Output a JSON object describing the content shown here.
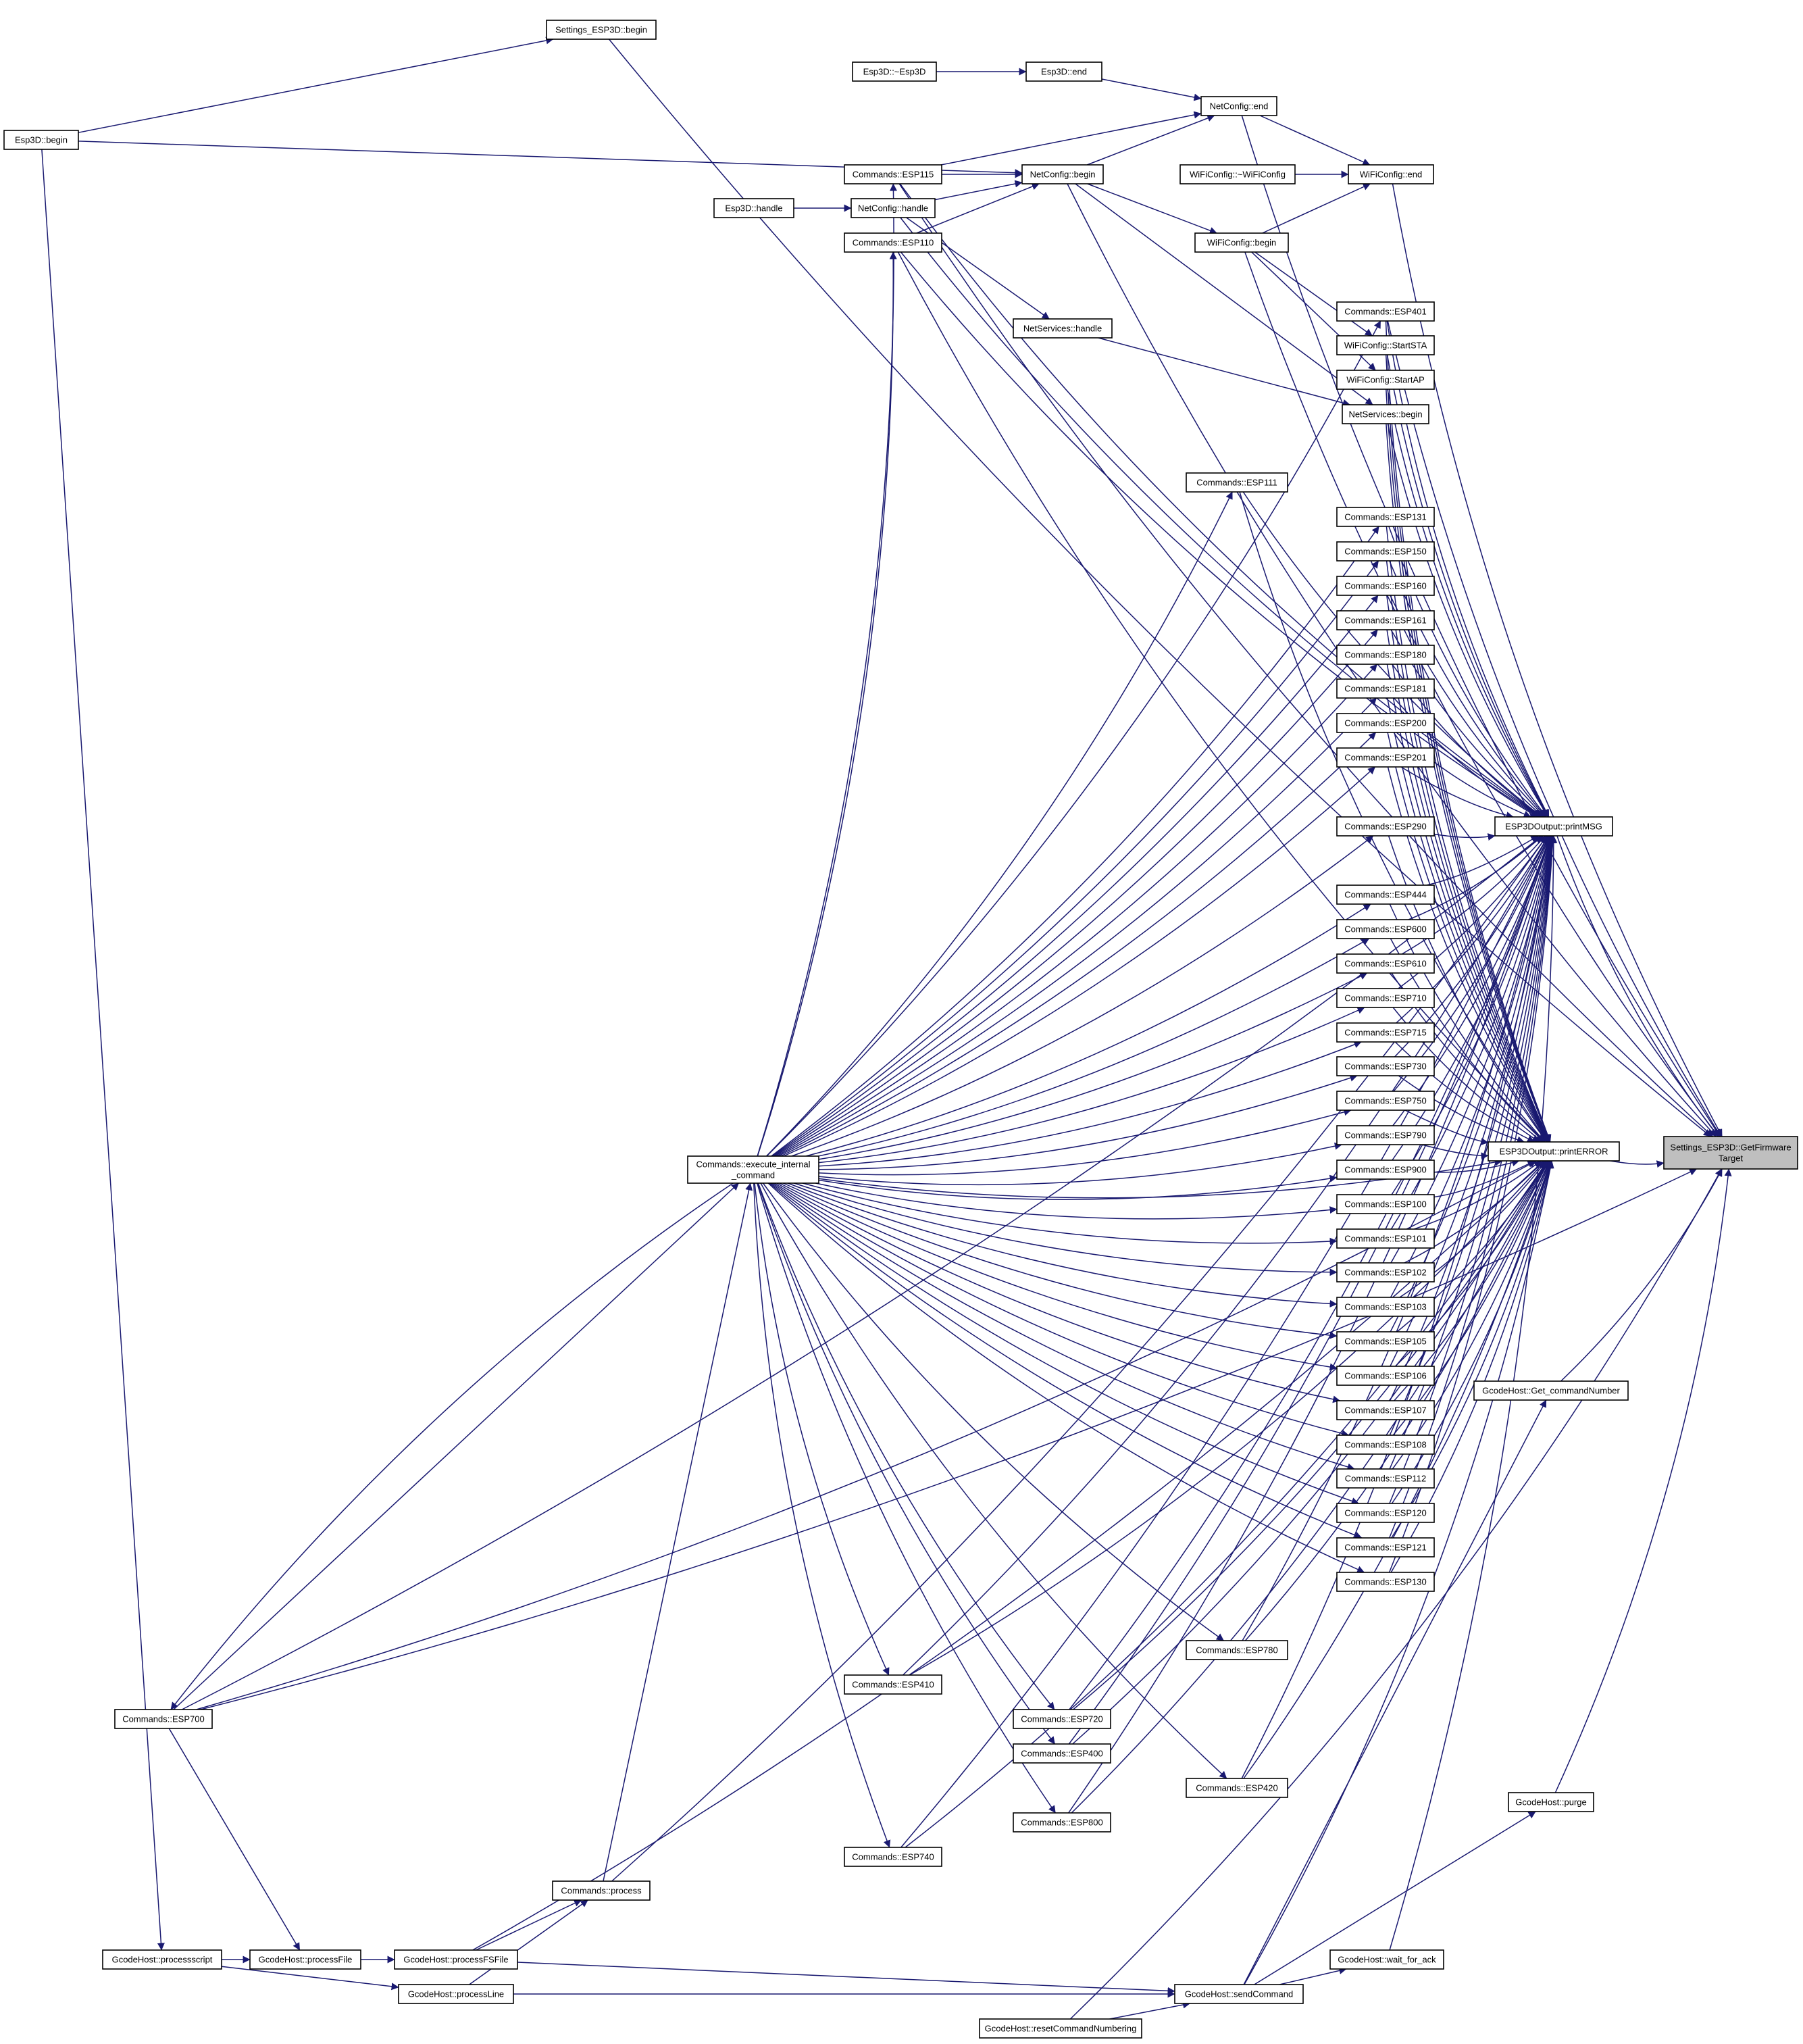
{
  "diagram": {
    "type": "doxygen-caller-graph",
    "colors": {
      "edge": "#191970",
      "node_border": "#000000",
      "target_fill": "#bfbfbf",
      "background": "#ffffff"
    },
    "nodes": [
      {
        "id": "target",
        "lines": [
          "Settings_ESP3D::GetFirmware",
          "Target"
        ],
        "highlighted": true
      },
      {
        "id": "printMSG",
        "lines": [
          "ESP3DOutput::printMSG"
        ]
      },
      {
        "id": "printERROR",
        "lines": [
          "ESP3DOutput::printERROR"
        ]
      },
      {
        "id": "getCmdNum",
        "lines": [
          "GcodeHost::Get_commandNumber"
        ]
      },
      {
        "id": "purge",
        "lines": [
          "GcodeHost::purge"
        ]
      },
      {
        "id": "settingsBegin",
        "lines": [
          "Settings_ESP3D::begin"
        ]
      },
      {
        "id": "esp3dBegin",
        "lines": [
          "Esp3D::begin"
        ]
      },
      {
        "id": "esp3dDtor",
        "lines": [
          "Esp3D::~Esp3D"
        ]
      },
      {
        "id": "esp3dEnd",
        "lines": [
          "Esp3D::end"
        ]
      },
      {
        "id": "netEnd",
        "lines": [
          "NetConfig::end"
        ]
      },
      {
        "id": "esp115",
        "lines": [
          "Commands::ESP115"
        ]
      },
      {
        "id": "netBegin",
        "lines": [
          "NetConfig::begin"
        ]
      },
      {
        "id": "wifiDtor",
        "lines": [
          "WiFiConfig::~WiFiConfig"
        ]
      },
      {
        "id": "wifiEnd",
        "lines": [
          "WiFiConfig::end"
        ]
      },
      {
        "id": "esp3dHandle",
        "lines": [
          "Esp3D::handle"
        ]
      },
      {
        "id": "netHandle",
        "lines": [
          "NetConfig::handle"
        ]
      },
      {
        "id": "esp110",
        "lines": [
          "Commands::ESP110"
        ]
      },
      {
        "id": "wifiBegin",
        "lines": [
          "WiFiConfig::begin"
        ]
      },
      {
        "id": "esp401",
        "lines": [
          "Commands::ESP401"
        ]
      },
      {
        "id": "netSrvHandle",
        "lines": [
          "NetServices::handle"
        ]
      },
      {
        "id": "startSTA",
        "lines": [
          "WiFiConfig::StartSTA"
        ]
      },
      {
        "id": "startAP",
        "lines": [
          "WiFiConfig::StartAP"
        ]
      },
      {
        "id": "netSrvBegin",
        "lines": [
          "NetServices::begin"
        ]
      },
      {
        "id": "esp111",
        "lines": [
          "Commands::ESP111"
        ]
      },
      {
        "id": "esp131",
        "lines": [
          "Commands::ESP131"
        ]
      },
      {
        "id": "esp150",
        "lines": [
          "Commands::ESP150"
        ]
      },
      {
        "id": "esp160",
        "lines": [
          "Commands::ESP160"
        ]
      },
      {
        "id": "esp161",
        "lines": [
          "Commands::ESP161"
        ]
      },
      {
        "id": "esp180",
        "lines": [
          "Commands::ESP180"
        ]
      },
      {
        "id": "esp181",
        "lines": [
          "Commands::ESP181"
        ]
      },
      {
        "id": "esp200",
        "lines": [
          "Commands::ESP200"
        ]
      },
      {
        "id": "esp201",
        "lines": [
          "Commands::ESP201"
        ]
      },
      {
        "id": "esp290",
        "lines": [
          "Commands::ESP290"
        ]
      },
      {
        "id": "esp444",
        "lines": [
          "Commands::ESP444"
        ]
      },
      {
        "id": "esp600",
        "lines": [
          "Commands::ESP600"
        ]
      },
      {
        "id": "esp610",
        "lines": [
          "Commands::ESP610"
        ]
      },
      {
        "id": "esp710",
        "lines": [
          "Commands::ESP710"
        ]
      },
      {
        "id": "esp715",
        "lines": [
          "Commands::ESP715"
        ]
      },
      {
        "id": "esp730",
        "lines": [
          "Commands::ESP730"
        ]
      },
      {
        "id": "esp750",
        "lines": [
          "Commands::ESP750"
        ]
      },
      {
        "id": "esp790",
        "lines": [
          "Commands::ESP790"
        ]
      },
      {
        "id": "esp900",
        "lines": [
          "Commands::ESP900"
        ]
      },
      {
        "id": "esp100",
        "lines": [
          "Commands::ESP100"
        ]
      },
      {
        "id": "esp101",
        "lines": [
          "Commands::ESP101"
        ]
      },
      {
        "id": "esp102",
        "lines": [
          "Commands::ESP102"
        ]
      },
      {
        "id": "esp103",
        "lines": [
          "Commands::ESP103"
        ]
      },
      {
        "id": "esp105",
        "lines": [
          "Commands::ESP105"
        ]
      },
      {
        "id": "esp106",
        "lines": [
          "Commands::ESP106"
        ]
      },
      {
        "id": "esp107",
        "lines": [
          "Commands::ESP107"
        ]
      },
      {
        "id": "esp108",
        "lines": [
          "Commands::ESP108"
        ]
      },
      {
        "id": "esp112",
        "lines": [
          "Commands::ESP112"
        ]
      },
      {
        "id": "esp120",
        "lines": [
          "Commands::ESP120"
        ]
      },
      {
        "id": "esp121",
        "lines": [
          "Commands::ESP121"
        ]
      },
      {
        "id": "esp130",
        "lines": [
          "Commands::ESP130"
        ]
      },
      {
        "id": "esp780",
        "lines": [
          "Commands::ESP780"
        ]
      },
      {
        "id": "esp410",
        "lines": [
          "Commands::ESP410"
        ]
      },
      {
        "id": "esp720",
        "lines": [
          "Commands::ESP720"
        ]
      },
      {
        "id": "esp400",
        "lines": [
          "Commands::ESP400"
        ]
      },
      {
        "id": "esp420",
        "lines": [
          "Commands::ESP420"
        ]
      },
      {
        "id": "esp800",
        "lines": [
          "Commands::ESP800"
        ]
      },
      {
        "id": "esp740",
        "lines": [
          "Commands::ESP740"
        ]
      },
      {
        "id": "execInternal",
        "lines": [
          "Commands::execute_internal",
          "_command"
        ]
      },
      {
        "id": "esp700",
        "lines": [
          "Commands::ESP700"
        ]
      },
      {
        "id": "process",
        "lines": [
          "Commands::process"
        ]
      },
      {
        "id": "processScript",
        "lines": [
          "GcodeHost::processscript"
        ]
      },
      {
        "id": "processFile",
        "lines": [
          "GcodeHost::processFile"
        ]
      },
      {
        "id": "processFSFile",
        "lines": [
          "GcodeHost::processFSFile"
        ]
      },
      {
        "id": "processLine",
        "lines": [
          "GcodeHost::processLine"
        ]
      },
      {
        "id": "waitForAck",
        "lines": [
          "GcodeHost::wait_for_ack"
        ]
      },
      {
        "id": "sendCommand",
        "lines": [
          "GcodeHost::sendCommand"
        ]
      },
      {
        "id": "resetCmdNum",
        "lines": [
          "GcodeHost::resetCommandNumbering"
        ]
      }
    ],
    "edges": [
      [
        "printMSG",
        "target"
      ],
      [
        "printERROR",
        "target"
      ],
      [
        "getCmdNum",
        "target"
      ],
      [
        "purge",
        "target"
      ],
      [
        "settingsBegin",
        "target"
      ],
      [
        "netEnd",
        "target"
      ],
      [
        "netBegin",
        "target"
      ],
      [
        "wifiEnd",
        "target"
      ],
      [
        "wifiBegin",
        "target"
      ],
      [
        "esp401",
        "target"
      ],
      [
        "resetCmdNum",
        "target"
      ],
      [
        "esp115",
        "target"
      ],
      [
        "esp700",
        "target"
      ],
      [
        "esp3dBegin",
        "settingsBegin"
      ],
      [
        "esp3dDtor",
        "esp3dEnd"
      ],
      [
        "esp3dEnd",
        "netEnd"
      ],
      [
        "esp115",
        "netEnd"
      ],
      [
        "netBegin",
        "netEnd"
      ],
      [
        "esp3dBegin",
        "netBegin"
      ],
      [
        "esp115",
        "netBegin"
      ],
      [
        "esp110",
        "netBegin"
      ],
      [
        "netHandle",
        "netBegin"
      ],
      [
        "esp3dHandle",
        "netHandle"
      ],
      [
        "wifiDtor",
        "wifiEnd"
      ],
      [
        "netEnd",
        "wifiEnd"
      ],
      [
        "wifiBegin",
        "wifiEnd"
      ],
      [
        "netBegin",
        "wifiBegin"
      ],
      [
        "wifiBegin",
        "startSTA"
      ],
      [
        "wifiBegin",
        "startAP"
      ],
      [
        "netBegin",
        "netSrvBegin"
      ],
      [
        "netSrvHandle",
        "netSrvBegin"
      ],
      [
        "netHandle",
        "netSrvHandle"
      ],
      [
        "execInternal",
        "esp115"
      ],
      [
        "execInternal",
        "esp110"
      ],
      [
        "execInternal",
        "esp401"
      ],
      [
        "execInternal",
        "esp111"
      ],
      [
        "execInternal",
        "esp131"
      ],
      [
        "execInternal",
        "esp150"
      ],
      [
        "execInternal",
        "esp160"
      ],
      [
        "execInternal",
        "esp161"
      ],
      [
        "execInternal",
        "esp180"
      ],
      [
        "execInternal",
        "esp181"
      ],
      [
        "execInternal",
        "esp200"
      ],
      [
        "execInternal",
        "esp201"
      ],
      [
        "execInternal",
        "esp290"
      ],
      [
        "execInternal",
        "esp444"
      ],
      [
        "execInternal",
        "esp600"
      ],
      [
        "execInternal",
        "esp610"
      ],
      [
        "execInternal",
        "esp710"
      ],
      [
        "execInternal",
        "esp715"
      ],
      [
        "execInternal",
        "esp730"
      ],
      [
        "execInternal",
        "esp750"
      ],
      [
        "execInternal",
        "esp790"
      ],
      [
        "execInternal",
        "esp900"
      ],
      [
        "execInternal",
        "esp100"
      ],
      [
        "execInternal",
        "esp101"
      ],
      [
        "execInternal",
        "esp102"
      ],
      [
        "execInternal",
        "esp103"
      ],
      [
        "execInternal",
        "esp105"
      ],
      [
        "execInternal",
        "esp106"
      ],
      [
        "execInternal",
        "esp107"
      ],
      [
        "execInternal",
        "esp108"
      ],
      [
        "execInternal",
        "esp112"
      ],
      [
        "execInternal",
        "esp120"
      ],
      [
        "execInternal",
        "esp121"
      ],
      [
        "execInternal",
        "esp130"
      ],
      [
        "execInternal",
        "esp780"
      ],
      [
        "execInternal",
        "esp410"
      ],
      [
        "execInternal",
        "esp720"
      ],
      [
        "execInternal",
        "esp400"
      ],
      [
        "execInternal",
        "esp420"
      ],
      [
        "execInternal",
        "esp800"
      ],
      [
        "execInternal",
        "esp740"
      ],
      [
        "execInternal",
        "esp700"
      ],
      [
        "esp700",
        "execInternal"
      ],
      [
        "process",
        "execInternal"
      ],
      [
        "processFSFile",
        "process"
      ],
      [
        "processLine",
        "process"
      ],
      [
        "esp3dBegin",
        "processScript"
      ],
      [
        "esp700",
        "processFile"
      ],
      [
        "processScript",
        "processFile"
      ],
      [
        "processFile",
        "processFSFile"
      ],
      [
        "processScript",
        "processLine"
      ],
      [
        "processFSFile",
        "sendCommand"
      ],
      [
        "processLine",
        "sendCommand"
      ],
      [
        "resetCmdNum",
        "sendCommand"
      ],
      [
        "sendCommand",
        "waitForAck"
      ],
      [
        "sendCommand",
        "getCmdNum"
      ],
      [
        "sendCommand",
        "purge"
      ],
      [
        "netHandle",
        "printMSG"
      ],
      [
        "esp401",
        "printMSG"
      ],
      [
        "startSTA",
        "printMSG"
      ],
      [
        "startAP",
        "printMSG"
      ],
      [
        "esp111",
        "printMSG"
      ],
      [
        "esp131",
        "printMSG"
      ],
      [
        "esp150",
        "printMSG"
      ],
      [
        "esp160",
        "printMSG"
      ],
      [
        "esp161",
        "printMSG"
      ],
      [
        "esp180",
        "printMSG"
      ],
      [
        "esp181",
        "printMSG"
      ],
      [
        "esp200",
        "printMSG"
      ],
      [
        "esp201",
        "printMSG"
      ],
      [
        "esp290",
        "printMSG"
      ],
      [
        "esp444",
        "printMSG"
      ],
      [
        "esp600",
        "printMSG"
      ],
      [
        "esp610",
        "printMSG"
      ],
      [
        "esp710",
        "printMSG"
      ],
      [
        "esp715",
        "printMSG"
      ],
      [
        "esp730",
        "printMSG"
      ],
      [
        "esp750",
        "printMSG"
      ],
      [
        "esp790",
        "printMSG"
      ],
      [
        "esp900",
        "printMSG"
      ],
      [
        "esp100",
        "printMSG"
      ],
      [
        "esp101",
        "printMSG"
      ],
      [
        "esp102",
        "printMSG"
      ],
      [
        "esp103",
        "printMSG"
      ],
      [
        "esp105",
        "printMSG"
      ],
      [
        "esp106",
        "printMSG"
      ],
      [
        "esp107",
        "printMSG"
      ],
      [
        "esp108",
        "printMSG"
      ],
      [
        "esp112",
        "printMSG"
      ],
      [
        "esp120",
        "printMSG"
      ],
      [
        "esp121",
        "printMSG"
      ],
      [
        "esp130",
        "printMSG"
      ],
      [
        "esp780",
        "printMSG"
      ],
      [
        "esp410",
        "printMSG"
      ],
      [
        "esp720",
        "printMSG"
      ],
      [
        "esp400",
        "printMSG"
      ],
      [
        "esp420",
        "printMSG"
      ],
      [
        "esp800",
        "printMSG"
      ],
      [
        "esp740",
        "printMSG"
      ],
      [
        "esp115",
        "printMSG"
      ],
      [
        "esp110",
        "printMSG"
      ],
      [
        "netSrvBegin",
        "printMSG"
      ],
      [
        "esp700",
        "printMSG"
      ],
      [
        "process",
        "printMSG"
      ],
      [
        "waitForAck",
        "printMSG"
      ],
      [
        "esp401",
        "printERROR"
      ],
      [
        "netSrvBegin",
        "printERROR"
      ],
      [
        "startSTA",
        "printERROR"
      ],
      [
        "startAP",
        "printERROR"
      ],
      [
        "esp111",
        "printERROR"
      ],
      [
        "esp131",
        "printERROR"
      ],
      [
        "esp150",
        "printERROR"
      ],
      [
        "esp160",
        "printERROR"
      ],
      [
        "esp161",
        "printERROR"
      ],
      [
        "esp180",
        "printERROR"
      ],
      [
        "esp181",
        "printERROR"
      ],
      [
        "esp200",
        "printERROR"
      ],
      [
        "esp201",
        "printERROR"
      ],
      [
        "esp290",
        "printERROR"
      ],
      [
        "esp444",
        "printERROR"
      ],
      [
        "esp600",
        "printERROR"
      ],
      [
        "esp610",
        "printERROR"
      ],
      [
        "esp710",
        "printERROR"
      ],
      [
        "esp715",
        "printERROR"
      ],
      [
        "esp730",
        "printERROR"
      ],
      [
        "esp750",
        "printERROR"
      ],
      [
        "esp790",
        "printERROR"
      ],
      [
        "esp900",
        "printERROR"
      ],
      [
        "esp100",
        "printERROR"
      ],
      [
        "esp101",
        "printERROR"
      ],
      [
        "esp102",
        "printERROR"
      ],
      [
        "esp103",
        "printERROR"
      ],
      [
        "esp105",
        "printERROR"
      ],
      [
        "esp106",
        "printERROR"
      ],
      [
        "esp107",
        "printERROR"
      ],
      [
        "esp108",
        "printERROR"
      ],
      [
        "esp112",
        "printERROR"
      ],
      [
        "esp120",
        "printERROR"
      ],
      [
        "esp121",
        "printERROR"
      ],
      [
        "esp130",
        "printERROR"
      ],
      [
        "esp780",
        "printERROR"
      ],
      [
        "esp410",
        "printERROR"
      ],
      [
        "esp720",
        "printERROR"
      ],
      [
        "esp400",
        "printERROR"
      ],
      [
        "esp420",
        "printERROR"
      ],
      [
        "esp800",
        "printERROR"
      ],
      [
        "esp740",
        "printERROR"
      ],
      [
        "esp700",
        "printERROR"
      ],
      [
        "sendCommand",
        "printERROR"
      ],
      [
        "esp110",
        "printERROR"
      ],
      [
        "processFSFile",
        "printERROR"
      ],
      [
        "execInternal",
        "printERROR"
      ]
    ]
  }
}
